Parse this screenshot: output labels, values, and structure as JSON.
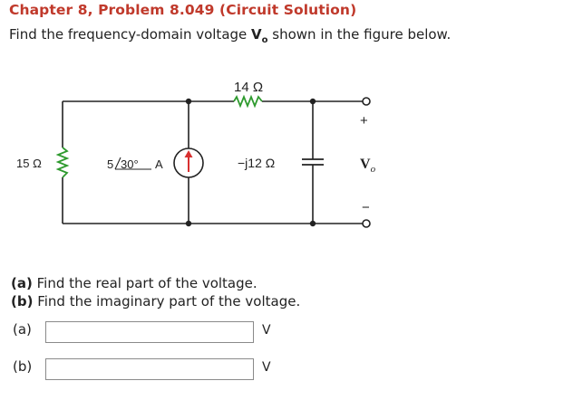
{
  "problem": {
    "title": "Chapter 8, Problem 8.049 (Circuit Solution)",
    "statement_before": "Find the frequency-domain voltage ",
    "statement_var": "V",
    "statement_sub": "o",
    "statement_after": " shown in the figure below."
  },
  "circuit": {
    "r_series": "14 Ω",
    "r_left": "15 Ω",
    "source_mag": "5",
    "source_angle": "30°",
    "source_unit": "A",
    "cap": "−j12 Ω",
    "out_plus": "+",
    "out_minus": "−",
    "out_var": "V",
    "out_sub": "o"
  },
  "questions": {
    "a_tag": "(a)",
    "a_text": " Find the real part of the voltage.",
    "b_tag": "(b)",
    "b_text": " Find the imaginary part of the voltage."
  },
  "answers": {
    "a_label": "(a)",
    "a_value": "",
    "a_unit": "V",
    "b_label": "(b)",
    "b_value": "",
    "b_unit": "V"
  }
}
